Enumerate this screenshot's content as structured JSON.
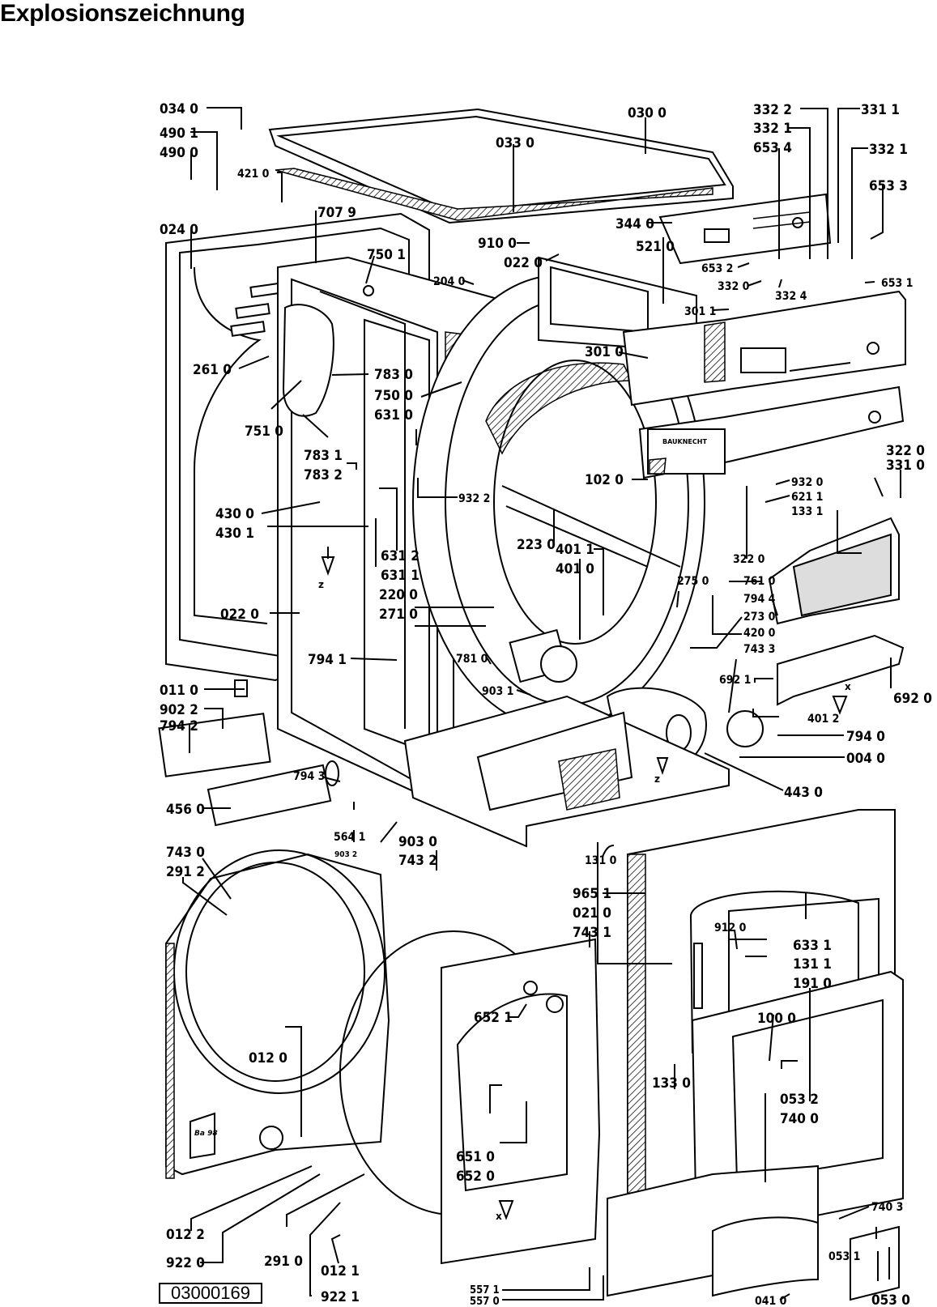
{
  "title": "Explosionszeichnung",
  "document_number": "03000169",
  "parts": [
    {
      "id": "p0340",
      "code": "034 0"
    },
    {
      "id": "p4901",
      "code": "490 1"
    },
    {
      "id": "p4900",
      "code": "490 0"
    },
    {
      "id": "p4210",
      "code": "421 0"
    },
    {
      "id": "p0240",
      "code": "024 0"
    },
    {
      "id": "p7079",
      "code": "707 9"
    },
    {
      "id": "p7501",
      "code": "750 1"
    },
    {
      "id": "p0330",
      "code": "033 0"
    },
    {
      "id": "p0300",
      "code": "030 0"
    },
    {
      "id": "p9100",
      "code": "910 0"
    },
    {
      "id": "p0220a",
      "code": "022 0"
    },
    {
      "id": "p2040",
      "code": "204 0"
    },
    {
      "id": "p5210",
      "code": "521 0"
    },
    {
      "id": "p3440",
      "code": "344 0"
    },
    {
      "id": "p3322",
      "code": "332 2"
    },
    {
      "id": "p3321a",
      "code": "332 1"
    },
    {
      "id": "p6534",
      "code": "653 4"
    },
    {
      "id": "p3311a",
      "code": "331 1"
    },
    {
      "id": "p3321b",
      "code": "332 1"
    },
    {
      "id": "p6533",
      "code": "653 3"
    },
    {
      "id": "p6532",
      "code": "653 2"
    },
    {
      "id": "p3320",
      "code": "332 0"
    },
    {
      "id": "p3324",
      "code": "332 4"
    },
    {
      "id": "p6531",
      "code": "653 1"
    },
    {
      "id": "p3011",
      "code": "301 1"
    },
    {
      "id": "p3010",
      "code": "301 0"
    },
    {
      "id": "p2610",
      "code": "261 0"
    },
    {
      "id": "p7830",
      "code": "783 0"
    },
    {
      "id": "p7500",
      "code": "750 0"
    },
    {
      "id": "p6310",
      "code": "631 0"
    },
    {
      "id": "p7510",
      "code": "751 0"
    },
    {
      "id": "p7831",
      "code": "783 1"
    },
    {
      "id": "p7832",
      "code": "783 2"
    },
    {
      "id": "p1020",
      "code": "102 0"
    },
    {
      "id": "p9322",
      "code": "932 2"
    },
    {
      "id": "p2230",
      "code": "223 0"
    },
    {
      "id": "p4300",
      "code": "430 0"
    },
    {
      "id": "p4301",
      "code": "430 1"
    },
    {
      "id": "p6312",
      "code": "631 2"
    },
    {
      "id": "p6311",
      "code": "631 1"
    },
    {
      "id": "p2200",
      "code": "220 0"
    },
    {
      "id": "p2710",
      "code": "271 0"
    },
    {
      "id": "p4011",
      "code": "401 1"
    },
    {
      "id": "p4010",
      "code": "401 0"
    },
    {
      "id": "p3220a",
      "code": "322 0"
    },
    {
      "id": "p3310",
      "code": "331 0"
    },
    {
      "id": "p9320",
      "code": "932 0"
    },
    {
      "id": "p6211",
      "code": "621 1"
    },
    {
      "id": "p1331",
      "code": "133 1"
    },
    {
      "id": "p3220b",
      "code": "322 0"
    },
    {
      "id": "p2750",
      "code": "275 0"
    },
    {
      "id": "p7610",
      "code": "761 0"
    },
    {
      "id": "p7944",
      "code": "794 4"
    },
    {
      "id": "p2730",
      "code": "273 0"
    },
    {
      "id": "p4200",
      "code": "420 0"
    },
    {
      "id": "p7433",
      "code": "743 3"
    },
    {
      "id": "p0220b",
      "code": "022 0"
    },
    {
      "id": "p7941",
      "code": "794 1"
    },
    {
      "id": "p7810",
      "code": "781 0"
    },
    {
      "id": "p9031",
      "code": "903 1"
    },
    {
      "id": "p6921",
      "code": "692 1"
    },
    {
      "id": "p6920",
      "code": "692 0"
    },
    {
      "id": "p4012",
      "code": "401 2"
    },
    {
      "id": "p7940",
      "code": "794 0"
    },
    {
      "id": "p0040",
      "code": "004 0"
    },
    {
      "id": "p4430",
      "code": "443 0"
    },
    {
      "id": "p0110",
      "code": "011 0"
    },
    {
      "id": "p9022",
      "code": "902 2"
    },
    {
      "id": "p7942",
      "code": "794 2"
    },
    {
      "id": "p7943",
      "code": "794 3"
    },
    {
      "id": "p4560",
      "code": "456 0"
    },
    {
      "id": "p5641",
      "code": "564 1"
    },
    {
      "id": "p9032",
      "code": "903 2"
    },
    {
      "id": "p9030",
      "code": "903 0"
    },
    {
      "id": "p7432",
      "code": "743 2"
    },
    {
      "id": "p7430",
      "code": "743 0"
    },
    {
      "id": "p2912",
      "code": "291 2"
    },
    {
      "id": "p1310",
      "code": "131 0"
    },
    {
      "id": "p9651",
      "code": "965 1"
    },
    {
      "id": "p0210",
      "code": "021 0"
    },
    {
      "id": "p7431",
      "code": "743 1"
    },
    {
      "id": "p9120",
      "code": "912 0"
    },
    {
      "id": "p6331",
      "code": "633 1"
    },
    {
      "id": "p1311",
      "code": "131 1"
    },
    {
      "id": "p1910",
      "code": "191 0"
    },
    {
      "id": "p1000",
      "code": "100 0"
    },
    {
      "id": "p6521",
      "code": "652 1"
    },
    {
      "id": "p0120",
      "code": "012 0"
    },
    {
      "id": "p1330",
      "code": "133 0"
    },
    {
      "id": "p0532",
      "code": "053 2"
    },
    {
      "id": "p7400",
      "code": "740 0"
    },
    {
      "id": "p6510",
      "code": "651 0"
    },
    {
      "id": "p6520",
      "code": "652 0"
    },
    {
      "id": "p7403",
      "code": "740 3"
    },
    {
      "id": "p0531",
      "code": "053 1"
    },
    {
      "id": "p0122",
      "code": "012 2"
    },
    {
      "id": "p9220",
      "code": "922 0"
    },
    {
      "id": "p2910",
      "code": "291 0"
    },
    {
      "id": "p0121",
      "code": "012 1"
    },
    {
      "id": "p9221",
      "code": "922 1"
    },
    {
      "id": "p5571",
      "code": "557 1"
    },
    {
      "id": "p5570",
      "code": "557 0"
    },
    {
      "id": "p0410",
      "code": "041 0"
    },
    {
      "id": "p0530",
      "code": "053 0"
    }
  ],
  "markers": {
    "z_top": "z",
    "z_bottom": "z",
    "x_right": "x",
    "x_bottom": "x"
  },
  "panel_text": {
    "brand_badge": "BAUKNECHT",
    "inscription": "Ba 98"
  }
}
